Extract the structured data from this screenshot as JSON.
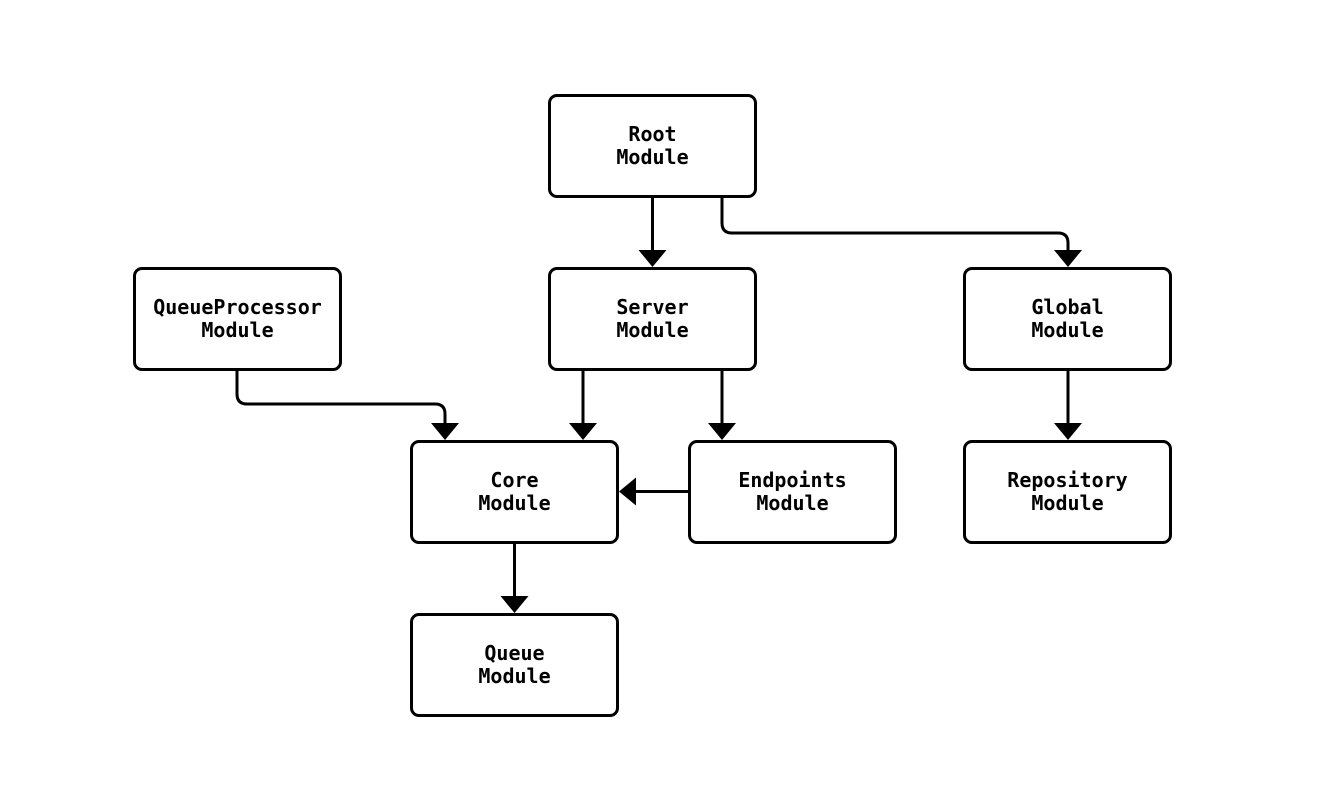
{
  "diagram": {
    "type": "module-dependency-graph",
    "background_color": "#ffffff",
    "node_fill_color": "#ffffff",
    "node_border_color": "#000000",
    "edge_color": "#000000",
    "text_color": "#000000",
    "nodes": [
      {
        "id": "root",
        "label": "Root\nModule"
      },
      {
        "id": "queueprocessor",
        "label": "QueueProcessor\nModule"
      },
      {
        "id": "server",
        "label": "Server\nModule"
      },
      {
        "id": "global",
        "label": "Global\nModule"
      },
      {
        "id": "core",
        "label": "Core\nModule"
      },
      {
        "id": "endpoints",
        "label": "Endpoints\nModule"
      },
      {
        "id": "repository",
        "label": "Repository\nModule"
      },
      {
        "id": "queue",
        "label": "Queue\nModule"
      }
    ],
    "edges": [
      {
        "from": "root",
        "to": "server"
      },
      {
        "from": "root",
        "to": "global"
      },
      {
        "from": "queueprocessor",
        "to": "core"
      },
      {
        "from": "server",
        "to": "core"
      },
      {
        "from": "server",
        "to": "endpoints"
      },
      {
        "from": "global",
        "to": "repository"
      },
      {
        "from": "endpoints",
        "to": "core"
      },
      {
        "from": "core",
        "to": "queue"
      }
    ]
  }
}
